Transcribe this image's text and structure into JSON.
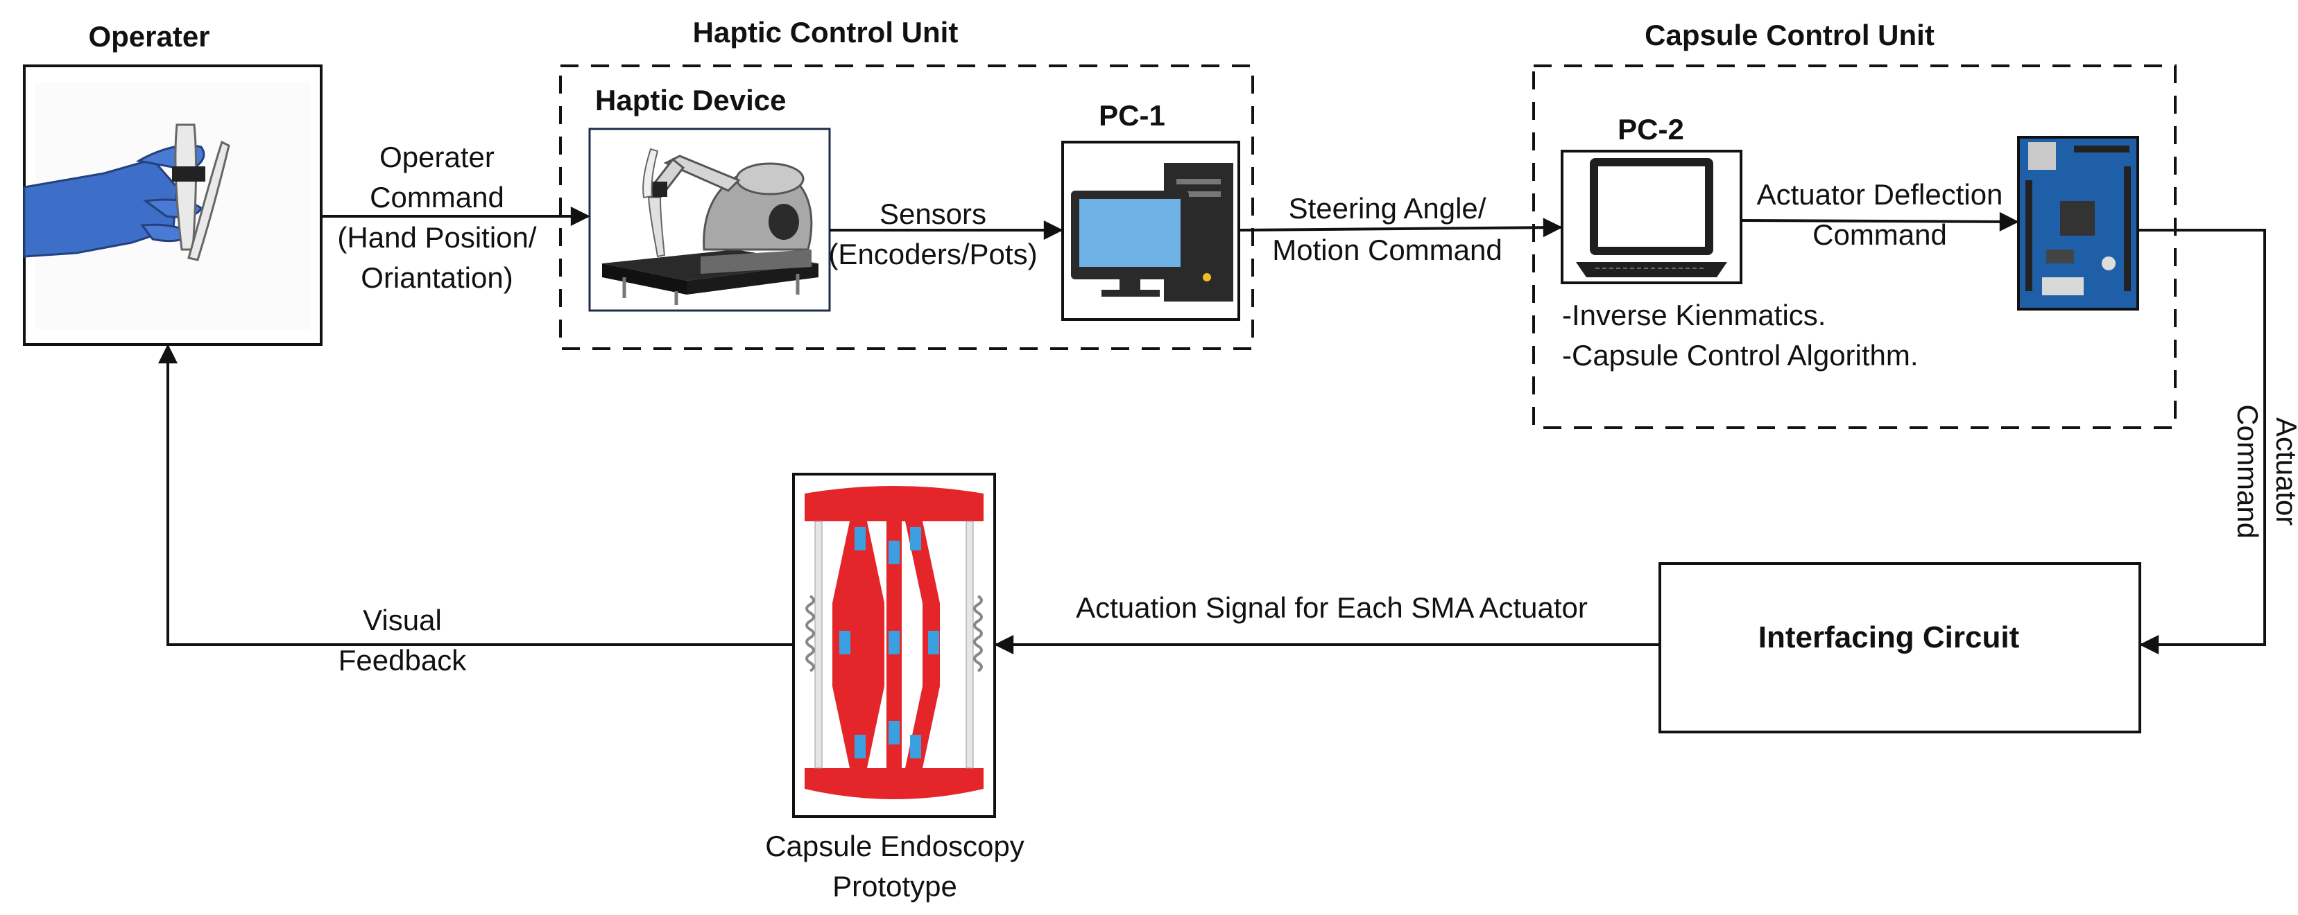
{
  "operator": {
    "title": "Operater"
  },
  "haptic_unit": {
    "title": "Haptic Control Unit",
    "device_title": "Haptic Device",
    "pc_title": "PC-1"
  },
  "capsule_unit": {
    "title": "Capsule Control Unit",
    "pc_title": "PC-2",
    "notes": [
      "-Inverse Kienmatics.",
      "-Capsule Control Algorithm."
    ]
  },
  "interfacing": {
    "title": "Interfacing Circuit"
  },
  "prototype": {
    "caption": [
      "Capsule Endoscopy",
      "Prototype"
    ]
  },
  "edges": {
    "operator_command": [
      "Operater",
      "Command",
      "(Hand Position/",
      "Oriantation)"
    ],
    "sensors": [
      "Sensors",
      "(Encoders/Pots)"
    ],
    "steering": [
      "Steering Angle/",
      "Motion Command"
    ],
    "deflection": [
      "Actuator Deflection",
      "Command"
    ],
    "actuator_command": [
      "Actuator",
      "Command"
    ],
    "actuation_signal": "Actuation Signal for Each SMA Actuator",
    "visual_feedback": [
      "Visual",
      "Feedback"
    ]
  },
  "colors": {
    "glove": "#3e6fc8",
    "monitor_screen": "#6fb3e6",
    "capsule_red": "#e4262b",
    "joint_blue": "#3aa0e0",
    "board_blue": "#1f5fa8",
    "line": "#111111"
  }
}
